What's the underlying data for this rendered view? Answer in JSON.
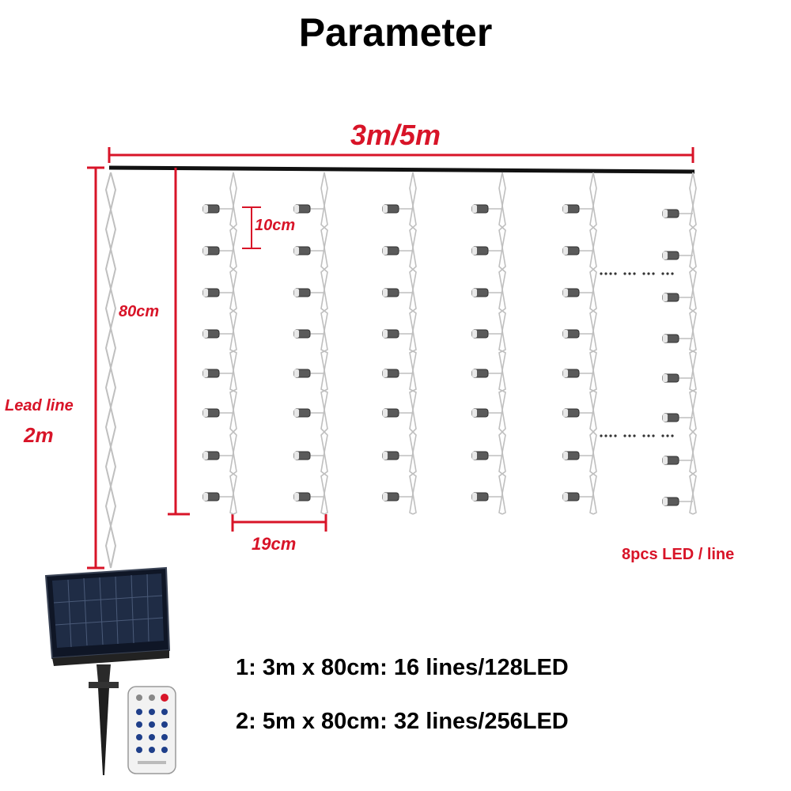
{
  "title": "Parameter",
  "dimensions": {
    "width": "3m/5m",
    "height": "80cm",
    "led_spacing": "10cm",
    "line_gap": "19cm",
    "lead_line_label": "Lead line",
    "lead_line_length": "2m"
  },
  "led_note": "8pcs LED / line",
  "specs": [
    "1: 3m x 80cm: 16 lines/128LED",
    "2: 5m x 80cm: 32 lines/256LED"
  ],
  "colors": {
    "accent_red": "#d81428",
    "wire": "#bfbfbf",
    "bar": "#111111",
    "panel": "#1c2433"
  }
}
